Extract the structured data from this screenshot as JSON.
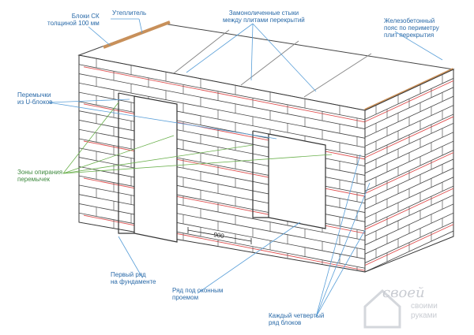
{
  "labels": {
    "blocks_sk": [
      "Блоки СК",
      "толщиной 100 мм"
    ],
    "insulation": "Утеплитель",
    "monolithic_joints": [
      "Замоноличенные стыки",
      "между плитами перекрытий"
    ],
    "belt": [
      "Железобетонный",
      "пояс по периметру",
      "плит перекрытия"
    ],
    "lintels": [
      "Перемычки",
      "из U-блоков"
    ],
    "support_zones": [
      "Зоны опирания",
      "перемычек"
    ],
    "first_row": [
      "Первый ряд",
      "на фундаменте"
    ],
    "window_row": [
      "Ряд под оконным",
      "проемом"
    ],
    "every_fourth": [
      "Каждый четвертый",
      "ряд блоков"
    ],
    "dimension": "900"
  },
  "watermark": {
    "line1": "своей",
    "line2": "своими",
    "line3": "руками"
  },
  "colors": {
    "label_blue": "#2a6aa8",
    "label_green": "#3f8a3f",
    "insulation": "#c8905a",
    "reinforcement": "#e05050",
    "leader_blue": "#5a9fd8",
    "leader_green": "#6ab04c"
  }
}
